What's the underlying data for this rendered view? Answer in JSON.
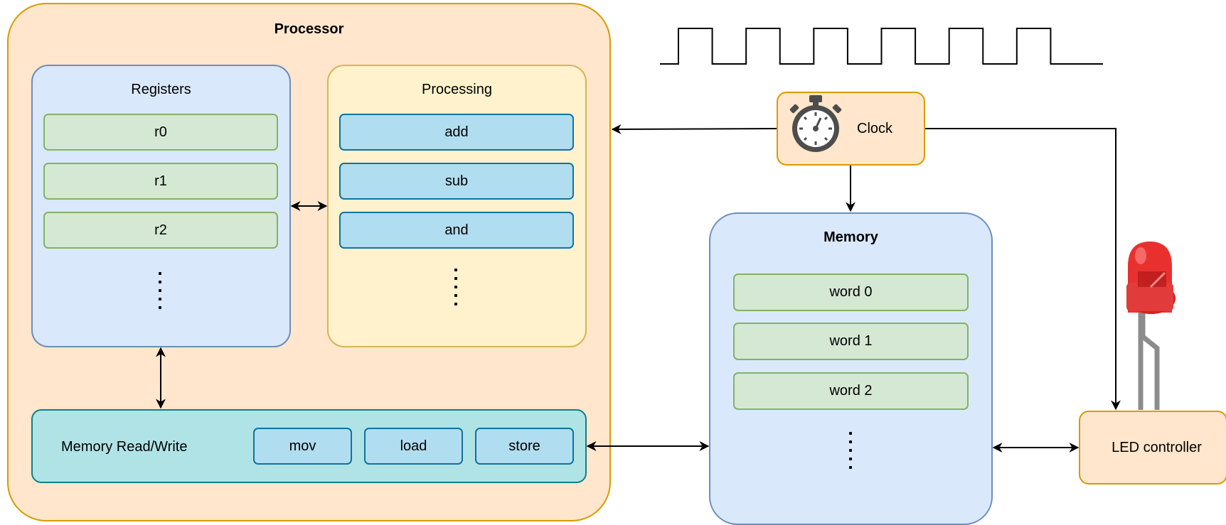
{
  "processor": {
    "title": "Processor",
    "registers": {
      "title": "Registers",
      "items": [
        "r0",
        "r1",
        "r2"
      ]
    },
    "processing": {
      "title": "Processing",
      "items": [
        "add",
        "sub",
        "and"
      ]
    },
    "memory_rw": {
      "title": "Memory Read/Write",
      "items": [
        "mov",
        "load",
        "store"
      ]
    }
  },
  "clock": {
    "label": "Clock",
    "icon": "stopwatch-icon"
  },
  "memory": {
    "title": "Memory",
    "items": [
      "word 0",
      "word 1",
      "word 2"
    ]
  },
  "led_controller": {
    "label": "LED controller",
    "icon": "red-led-icon"
  },
  "clock_signal": {
    "cycles": 6
  },
  "colors": {
    "processor_fill": "#ffe6cc",
    "processor_stroke": "#d79b00",
    "registers_fill": "#dae8fc",
    "registers_stroke": "#6c8ebf",
    "processing_fill": "#fff2cc",
    "processing_stroke": "#d6b656",
    "memrw_fill": "#b0e3e6",
    "memrw_stroke": "#0e8088"
  }
}
